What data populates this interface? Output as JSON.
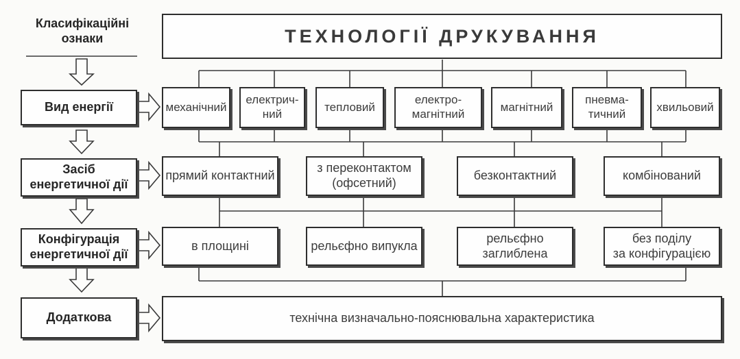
{
  "header_label": "Класифікаційні\nознаки",
  "title": "ТЕХНОЛОГІЇ ДРУКУВАННЯ",
  "rows": [
    {
      "label": "Вид енергії",
      "items": [
        "механічний",
        "електрич-\nний",
        "тепловий",
        "електро-\nмагнітний",
        "магнітний",
        "пневма-\nтичний",
        "хвильовий"
      ]
    },
    {
      "label": "Засіб\nенергетичної дії",
      "items": [
        "прямий контактний",
        "з переконтактом\n(офсетний)",
        "безконтактний",
        "комбінований"
      ]
    },
    {
      "label": "Конфігурація\nенергетичної дії",
      "items": [
        "в площині",
        "рельєфно випукла",
        "рельєфно\nзаглиблена",
        "без поділу\nза конфігурацією"
      ]
    },
    {
      "label": "Додаткова",
      "items": [
        "технічна визначально-пояснювальна характеристика"
      ]
    }
  ]
}
